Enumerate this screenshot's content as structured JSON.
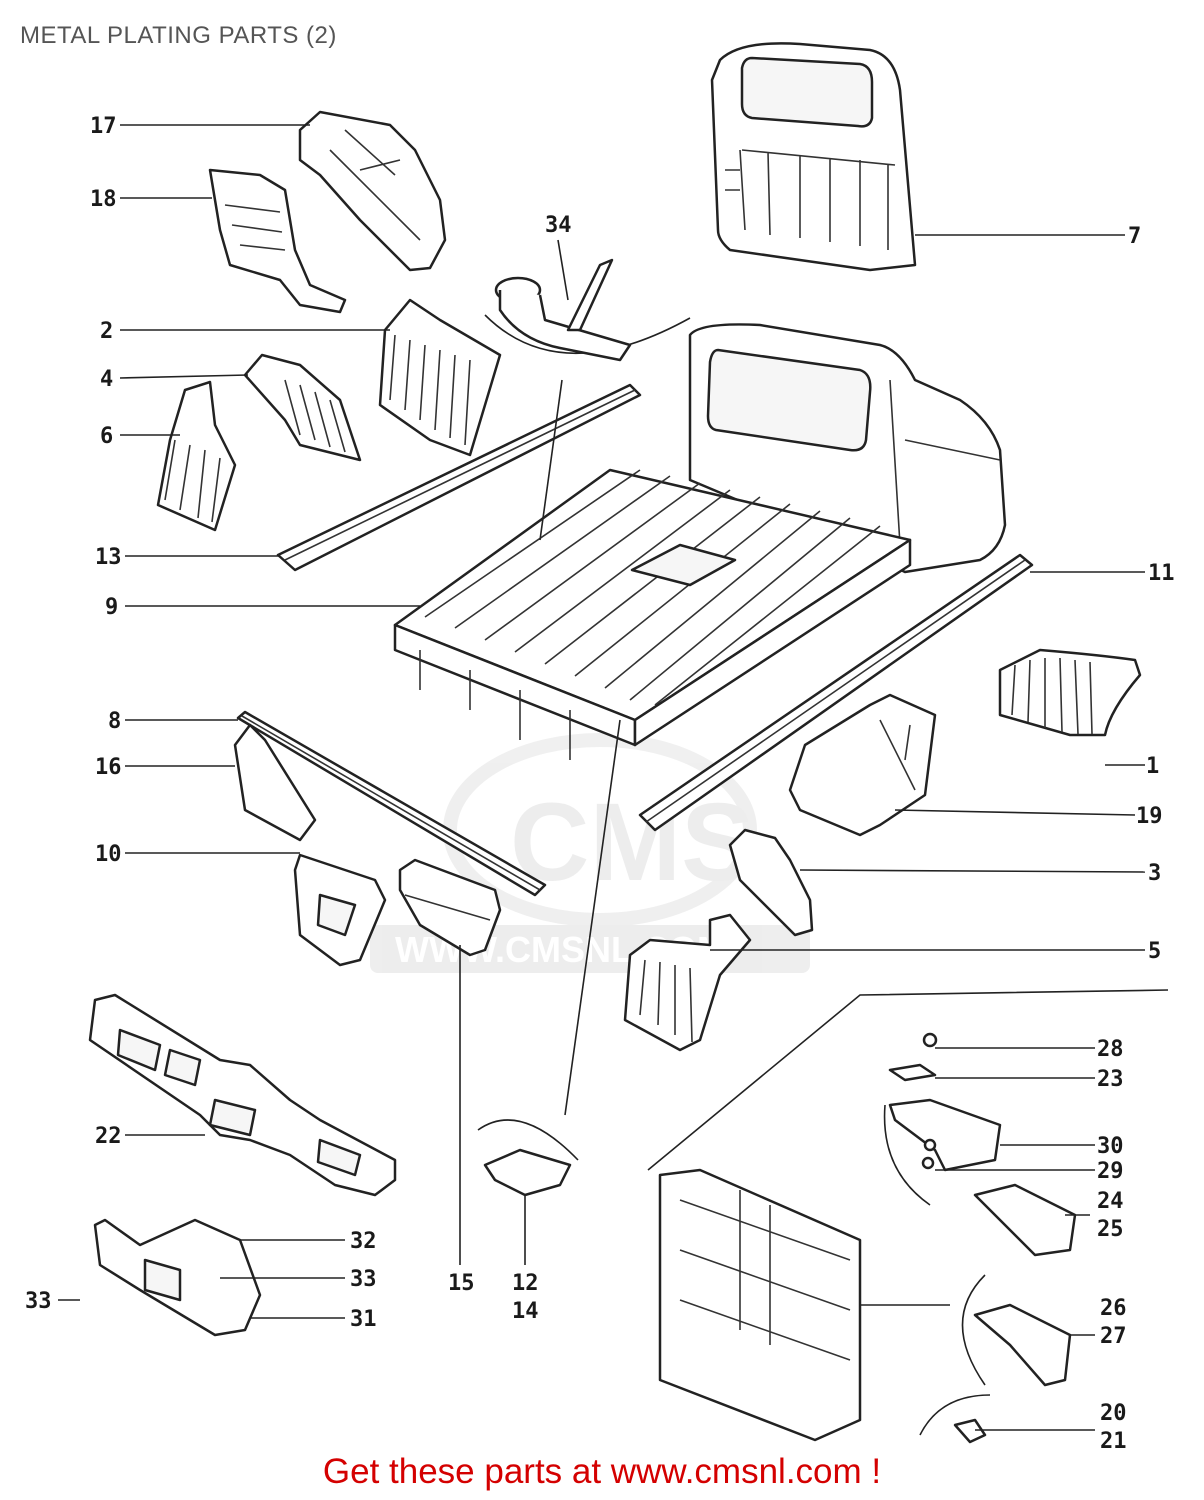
{
  "header": {
    "title": "METAL PLATING PARTS (2)"
  },
  "watermark": {
    "logo": "CMS",
    "url": "WWW.CMSNL.COM"
  },
  "footer": {
    "text": "Get these parts at www.cmsnl.com !"
  },
  "colors": {
    "footer_text": "#d40000",
    "line": "#222222",
    "title": "#555555"
  },
  "callouts": [
    "17",
    "18",
    "34",
    "7",
    "2",
    "4",
    "6",
    "13",
    "9",
    "11",
    "8",
    "16",
    "1",
    "19",
    "10",
    "3",
    "5",
    "22",
    "28",
    "23",
    "30",
    "29",
    "24",
    "25",
    "32",
    "33",
    "33",
    "31",
    "15",
    "12",
    "14",
    "26",
    "27",
    "20",
    "21"
  ]
}
